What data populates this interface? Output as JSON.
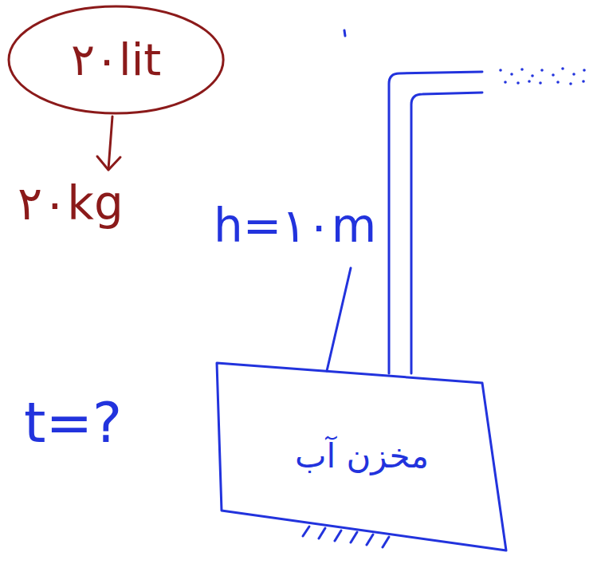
{
  "diagram": {
    "nodes": [
      {
        "text": [
          "۲۰lit"
        ]
      },
      {
        "text": [
          "مخزن آب"
        ]
      }
    ],
    "labels": [
      "۲۰kg",
      "h=۱۰m",
      "t=?"
    ]
  }
}
